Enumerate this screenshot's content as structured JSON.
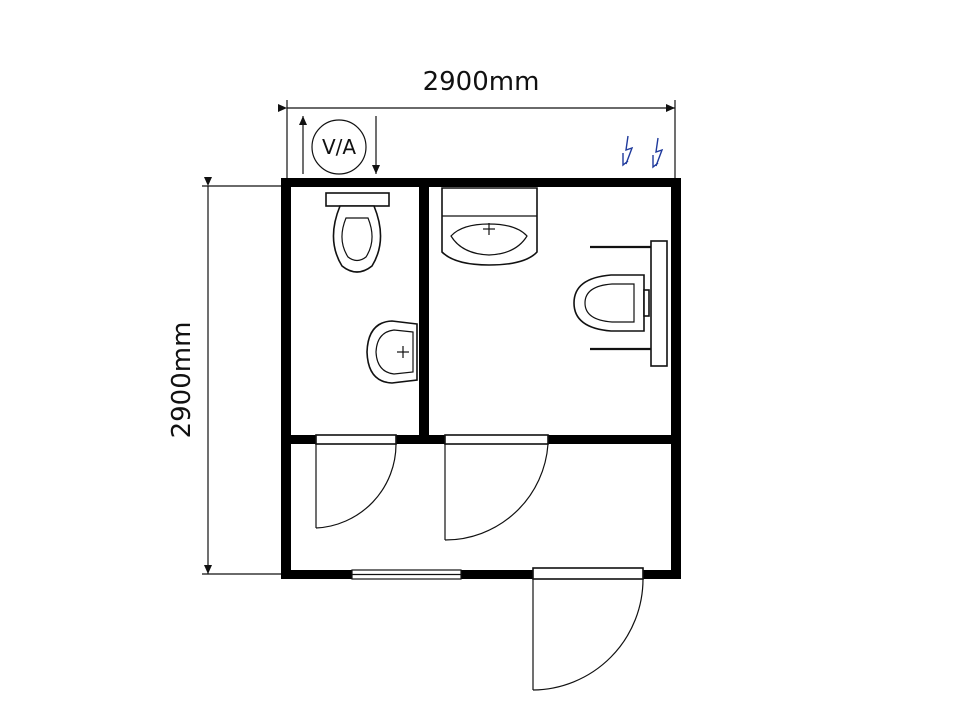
{
  "dimensions": {
    "width_label": "2900mm",
    "height_label": "2900mm"
  },
  "ventilation": {
    "label": "V/A"
  },
  "colors": {
    "wall": "#000000",
    "line": "#111111",
    "electrical_symbol": "#1f3a9c"
  },
  "icons": {
    "electrical": "lightning-bolt-icon"
  }
}
